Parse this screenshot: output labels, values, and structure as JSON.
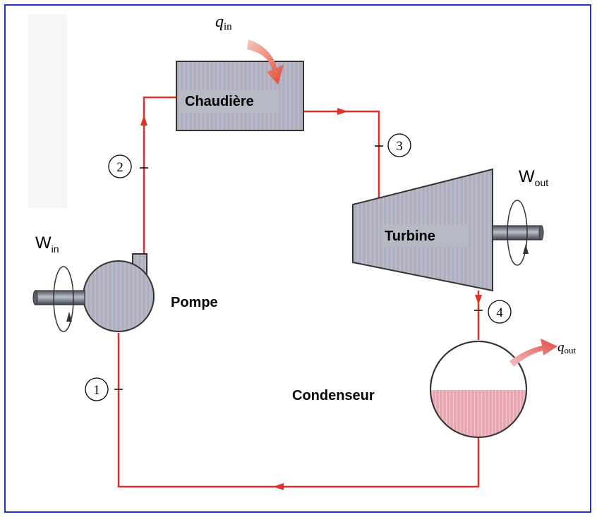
{
  "labels": {
    "boiler": "Chaudière",
    "turbine": "Turbine",
    "pump": "Pompe",
    "condenser": "Condenseur"
  },
  "heat": {
    "q_in": {
      "symbol": "q",
      "subscript": "in"
    },
    "q_out": {
      "symbol": "q",
      "subscript": "out"
    }
  },
  "work": {
    "w_in": {
      "symbol": "W",
      "subscript": "in"
    },
    "w_out": {
      "symbol": "W",
      "subscript": "out"
    }
  },
  "states": {
    "s1": "1",
    "s2": "2",
    "s3": "3",
    "s4": "4"
  },
  "colors": {
    "pipe": "#e0302a",
    "component_fill": "#a9b1c3",
    "condensate": "#e8a5b0",
    "heat_arrow": "#e8503a",
    "frame": "#2233cc"
  }
}
